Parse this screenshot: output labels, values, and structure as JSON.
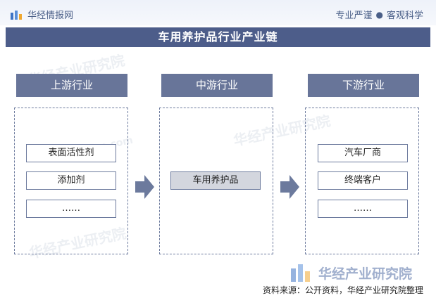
{
  "header": {
    "brand_name": "华经情报网",
    "slogan_left": "专业严谨",
    "slogan_right": "客观科学"
  },
  "title": "车用养护品行业产业链",
  "columns": [
    {
      "label": "上游行业",
      "items": [
        "表面活性剂",
        "添加剂",
        "……"
      ]
    },
    {
      "label": "中游行业",
      "items": [
        "车用养护品"
      ]
    },
    {
      "label": "下游行业",
      "items": [
        "汽车厂商",
        "终端客户",
        "……"
      ]
    }
  ],
  "footer": {
    "source": "资料来源：公开资料，华经产业研究院整理"
  },
  "watermark": {
    "text": "华经产业研究院",
    "url_text": "www.huaon.com"
  },
  "colors": {
    "title_bar": "#4d5d8a",
    "column_header": "#687599",
    "arrow": "#6c7a9d",
    "border": "#6c7a9d",
    "highlight_item": "#d3d6de"
  }
}
